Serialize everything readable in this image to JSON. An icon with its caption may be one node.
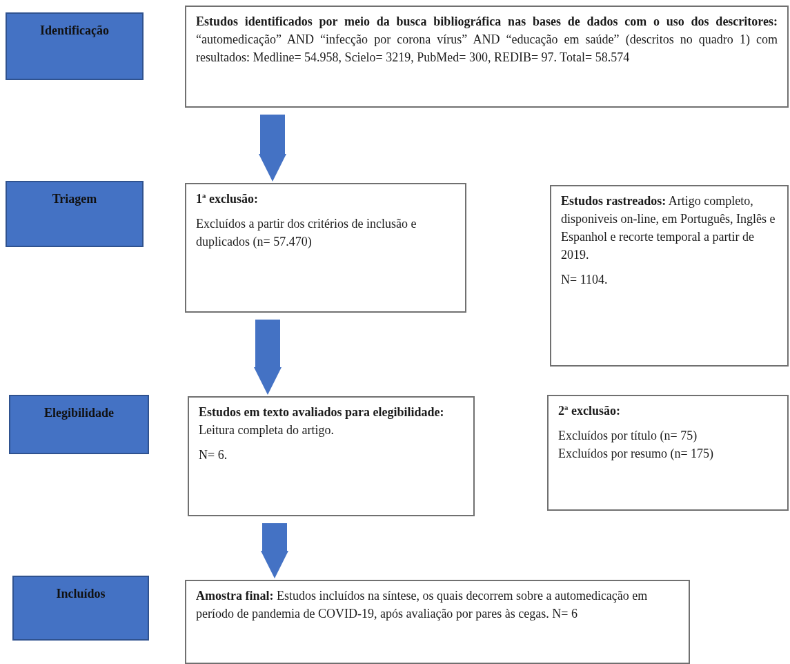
{
  "diagram": {
    "nodes": [
      {
        "text": [
          "Identificação"
        ]
      },
      {
        "text": [
          "**Estudos identificados por meio da busca bibliográfica nas bases de dados com o uso dos descritores:** “automedicação” AND “infecção por corona vírus” AND “educação em saúde” (descritos no quadro 1) com resultados: Medline= 54.958, Scielo= 3219, PubMed= 300, REDIB= 97. Total= 58.574"
        ]
      },
      {
        "text": [
          "Triagem"
        ]
      },
      {
        "text": [
          "1ª exclusão:",
          "Excluídos a partir dos critérios de inclusão e duplicados (n= 57.470)"
        ]
      },
      {
        "text": [
          "**Estudos rastreados:** Artigo completo, disponiveis on-line, em Português, Inglês e Espanhol e recorte temporal a partir de 2019.",
          "N= 1104."
        ]
      },
      {
        "text": [
          "Elegibilidade"
        ]
      },
      {
        "text": [
          "**Estudos em texto avaliados para elegibilidade:** Leitura completa do artigo.",
          "N= 6."
        ]
      },
      {
        "text": [
          "2ª exclusão:",
          "Excluídos por título (n= 75)",
          "Excluídos por resumo (n= 175)"
        ]
      },
      {
        "text": [
          "Incluídos"
        ]
      },
      {
        "text": [
          "**Amostra final:** Estudos incluídos na síntese, os quais decorrem sobre a automedicação em período de pandemia de COVID-19, após avaliação por pares às cegas. N= 6"
        ]
      }
    ],
    "edges": [
      {
        "from": 1,
        "to": 3,
        "arrow": "to"
      },
      {
        "from": 3,
        "to": 6,
        "arrow": "to"
      },
      {
        "from": 6,
        "to": 9,
        "arrow": "to"
      }
    ]
  }
}
